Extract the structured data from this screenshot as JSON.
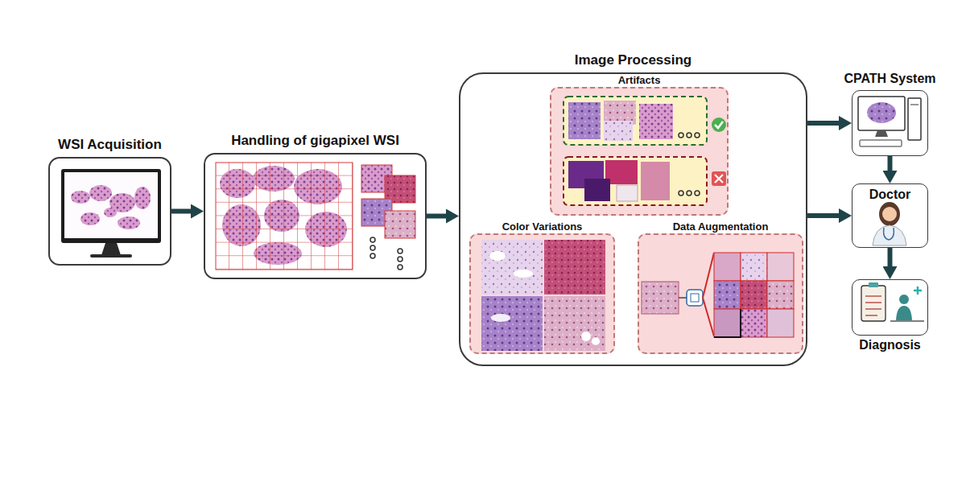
{
  "diagram": {
    "nodes": [
      {
        "text": [
          "WSI Acquisition"
        ]
      },
      {
        "text": [
          "Handling of gigapixel WSI"
        ]
      },
      {
        "text": [
          "Image Processing"
        ]
      },
      {
        "text": [
          "Artifacts"
        ],
        "in": 2
      },
      {
        "text": [
          "Color Variations"
        ],
        "in": 2
      },
      {
        "text": [
          "Data Augmentation"
        ],
        "in": 2
      },
      {
        "text": [
          "CPATH System"
        ]
      },
      {
        "text": [
          "Doctor"
        ]
      },
      {
        "text": [
          "Diagnosis"
        ]
      }
    ],
    "edges": [
      {
        "from": 0,
        "to": 1,
        "arrow": "to"
      },
      {
        "from": 1,
        "to": 2,
        "arrow": "to"
      },
      {
        "from": 2,
        "to": 6,
        "arrow": "to"
      },
      {
        "from": 2,
        "to": 7,
        "arrow": "to"
      },
      {
        "from": 6,
        "to": 7,
        "arrow": "to"
      },
      {
        "from": 7,
        "to": 8,
        "arrow": "to"
      }
    ]
  }
}
